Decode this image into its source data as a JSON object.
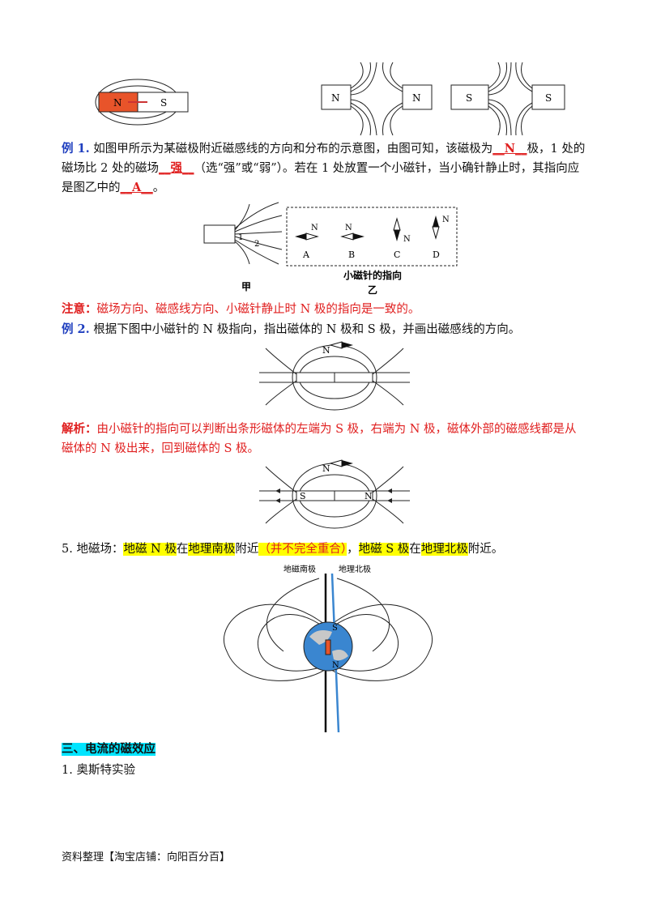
{
  "fig_top": {
    "magnet1": {
      "n": "N",
      "s": "S"
    },
    "pair_ns": {
      "left": "N",
      "right": "N"
    },
    "pair_ss": {
      "left": "S",
      "right": "S"
    }
  },
  "example1": {
    "label": "例 1.",
    "text1": "如图甲所示为某磁极附近磁感线的方向和分布的示意图，由图可知，该磁极为",
    "blank1": "__N__",
    "text2": "极，1 处的磁场比 2 处的磁场",
    "blank2": "__强__",
    "text3": "（选“强”或“弱”）。若在 1 处放置一个小磁针，当小确针静止时，其指向应是图乙中的",
    "blank3": "__A__",
    "text4": "。"
  },
  "fig_ex1": {
    "label_jia": "甲",
    "label_yi": "乙",
    "caption": "小磁针的指向",
    "point1": "1",
    "point2": "2",
    "options": [
      "A",
      "B",
      "C",
      "D"
    ],
    "n": "N"
  },
  "note": {
    "label": "注意：",
    "text": "磁场方向、磁感线方向、小磁针静止时 N 极的指向是一致的。"
  },
  "example2": {
    "label": "例 2.",
    "text": "根据下图中小磁针的 N 极指向，指出磁体的 N 极和 S 极，并画出磁感线的方向。"
  },
  "fig_ex2": {
    "needle": "N"
  },
  "analysis": {
    "label": "解析：",
    "text": "由小磁针的指向可以判断出条形磁体的左端为 S 极，右端为 N 极，磁体外部的磁感线都是从磁体的 N 极出来，回到磁体的 S 极。"
  },
  "fig_ex2_ans": {
    "needle": "N",
    "left": "S",
    "right": "N"
  },
  "item5": {
    "prefix": "5. 地磁场：",
    "p1": "地磁 N 极",
    "c1": "在",
    "p2": "地理南极",
    "c2": "附近",
    "p3": "（并不完全重合）",
    "c3": "，",
    "p4": "地磁 S 极",
    "c4": "在",
    "p5": "地理北极",
    "c5": "附近。"
  },
  "fig_earth": {
    "label_mag_south": "地磁南极",
    "label_geo_north": "地理北极",
    "s": "S",
    "n": "N"
  },
  "section3": {
    "title": "三、电流的磁效应"
  },
  "item1": {
    "text": "1. 奥斯特实验"
  },
  "footer": {
    "text": "资料整理【淘宝店铺：向阳百分百】"
  },
  "colors": {
    "red": "#e02020",
    "blue": "#1f3fbf",
    "highlight": "#ffff00",
    "section_bg": "#00e5ff",
    "magnet_red": "#e8542a",
    "earth_blue": "#3a86d0"
  }
}
